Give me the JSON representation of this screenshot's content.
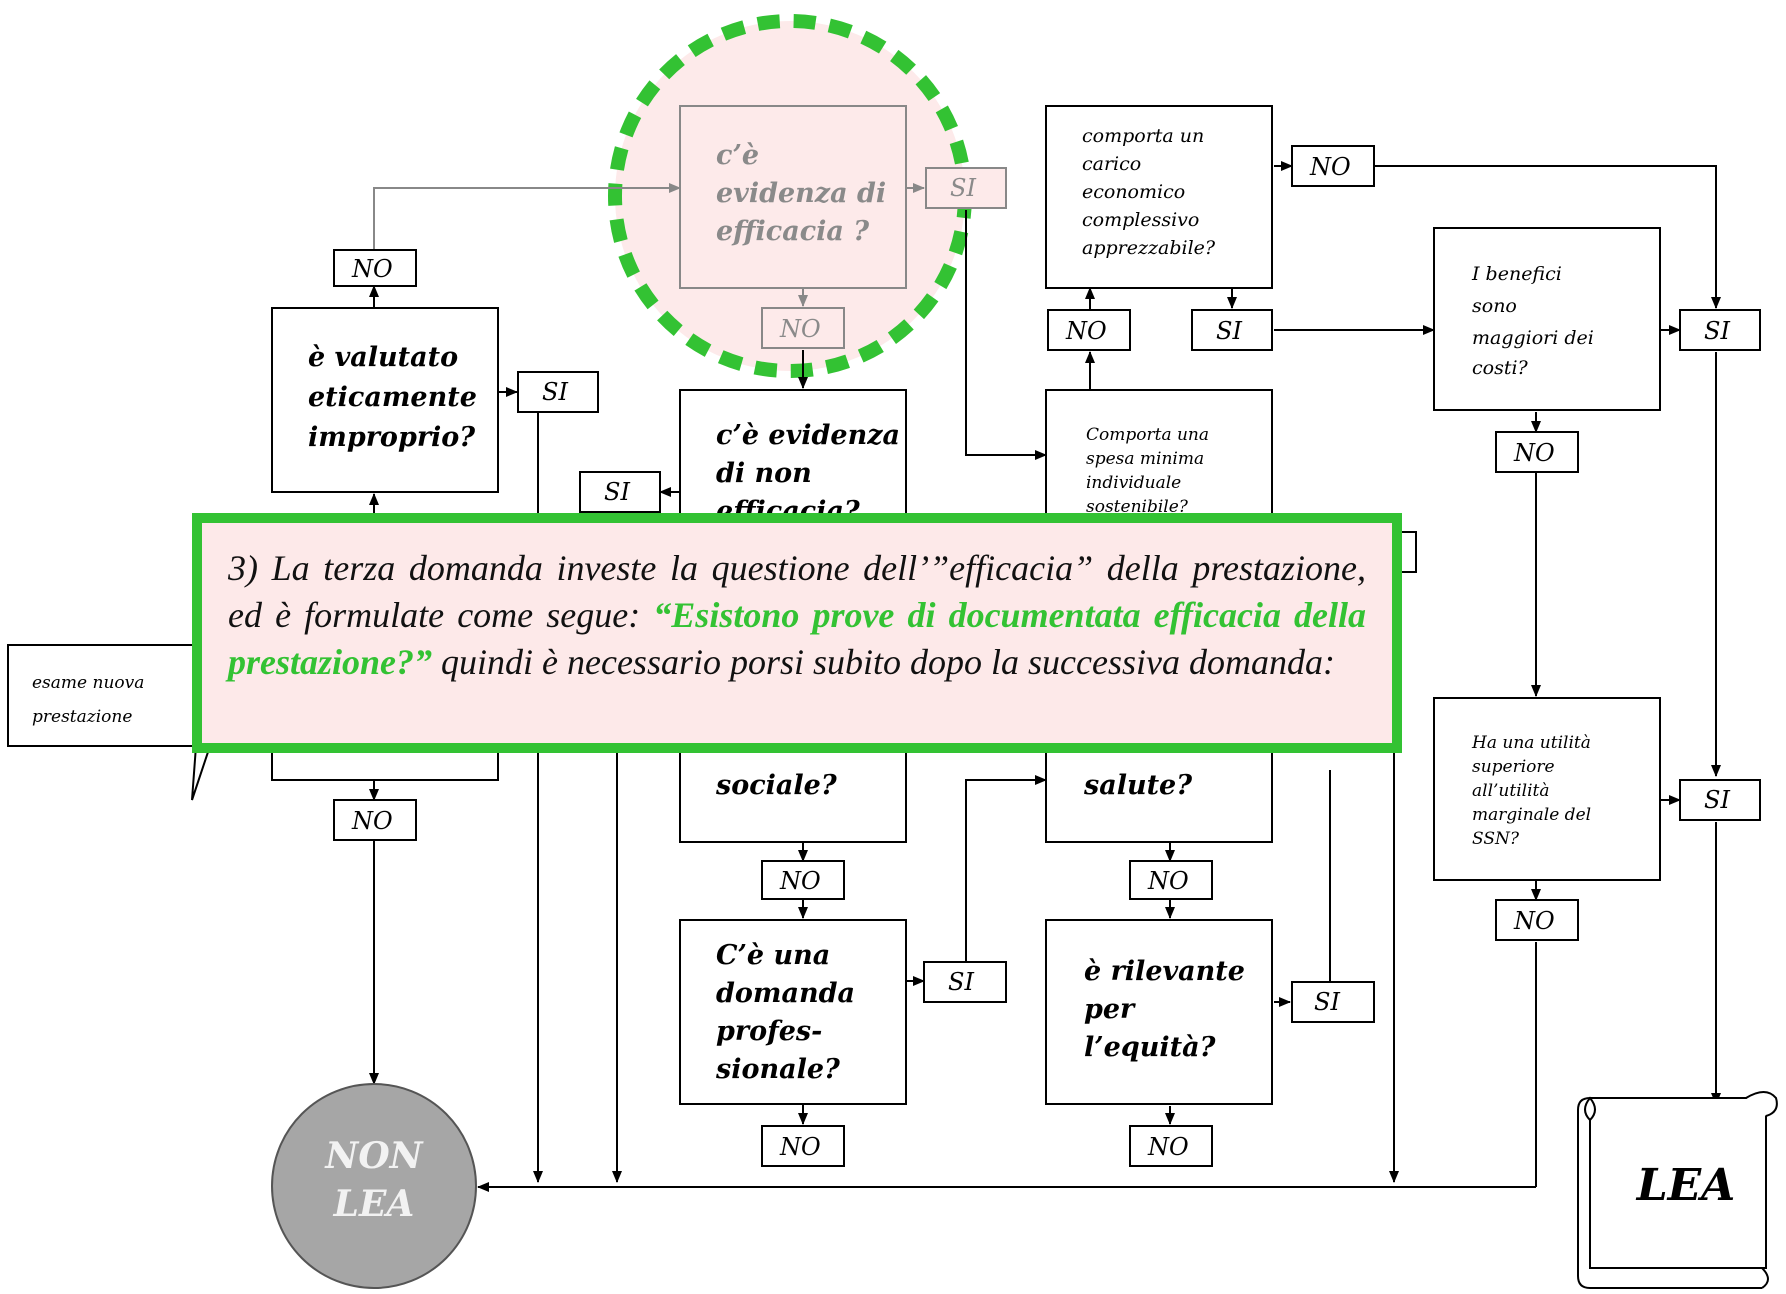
{
  "nodes": {
    "start": [
      "esame nuova",
      "prestazione"
    ],
    "etico": [
      "è valutato",
      "eticamente",
      "improprio?"
    ],
    "efficacia": [
      "c’è",
      "evidenza di",
      "efficacia ?"
    ],
    "non_efficacia": [
      "c’è evidenza",
      "di non",
      "efficacia?"
    ],
    "sociale": [
      "sociale?"
    ],
    "professionale": [
      "C’è una",
      "domanda",
      "profes-",
      "sionale?"
    ],
    "carico": [
      "comporta un",
      "carico",
      "economico",
      "complessivo",
      "apprezzabile?"
    ],
    "spesa": [
      "Comporta una",
      "spesa minima",
      "individuale",
      "sostenibile?"
    ],
    "salute": [
      "salute?"
    ],
    "equita": [
      "è rilevante",
      "per",
      "l’equità?"
    ],
    "benefici": [
      "I benefici",
      "sono",
      "maggiori dei",
      "costi?"
    ],
    "utilita": [
      "Ha una utilità",
      "superiore",
      "all’utilità",
      "marginale del",
      "SSN?"
    ],
    "non_lea": [
      "NON",
      "LEA"
    ],
    "lea": "LEA"
  },
  "labels": {
    "no": "NO",
    "si": "SI"
  },
  "callout": {
    "intro": "3) La terza domanda investe la questione dell’”efficacia” della prestazione, ed è formulate come segue: ",
    "highlight": "“Esistono prove di documentata efficacia della prestazione?”",
    "outro": " quindi è necessario porsi subito dopo la successiva domanda:"
  },
  "colors": {
    "highlight_green": "#33c233",
    "callout_bg": "#fde9e9",
    "focus_bg": "#fdeaea",
    "non_lea_fill": "#a6a6a6"
  }
}
